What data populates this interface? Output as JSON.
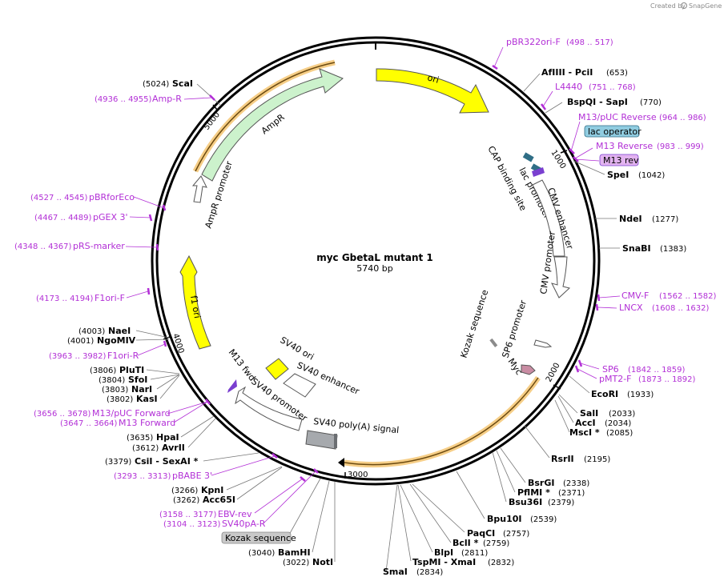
{
  "credit": {
    "prefix": "Created by",
    "brand": "SnapGene"
  },
  "plasmid": {
    "name": "myc GbetaL mutant 1",
    "length_label": "5740 bp",
    "length": 5740
  },
  "ticks": [
    "1000",
    "2000",
    "3000",
    "4000",
    "5000"
  ],
  "colors": {
    "backbone": "#000000",
    "primer": "#b22fd6",
    "ori": "#ffff00",
    "ampr": "#ccf2cc",
    "promoter": "#ffffff",
    "enhancer": "#ffffff",
    "polyA": "#a6a9ad",
    "orf_highlight": "#f5c97a",
    "lac_operator": "#90cce0",
    "m13rev_box": "#e2b3f0",
    "kozak_box": "#c9c9c9"
  },
  "enzymes_right": [
    {
      "name": "AfIIII - PciI",
      "pos": "(653)"
    },
    {
      "name": "BspQI - SapI",
      "pos": "(770)"
    },
    {
      "name": "SpeI",
      "pos": "(1042)"
    },
    {
      "name": "NdeI",
      "pos": "(1277)"
    },
    {
      "name": "SnaBI",
      "pos": "(1383)"
    },
    {
      "name": "EcoRI",
      "pos": "(1933)"
    },
    {
      "name": "SalI",
      "pos": "(2033)"
    },
    {
      "name": "AccI",
      "pos": "(2034)"
    },
    {
      "name": "MscI *",
      "pos": "(2085)"
    },
    {
      "name": "RsrII",
      "pos": "(2195)"
    },
    {
      "name": "BsrGI",
      "pos": "(2338)"
    },
    {
      "name": "PflMI *",
      "pos": "(2371)"
    },
    {
      "name": "Bsu36I",
      "pos": "(2379)"
    },
    {
      "name": "Bpu10I",
      "pos": "(2539)"
    },
    {
      "name": "PaqCI",
      "pos": "(2757)"
    },
    {
      "name": "BclI *",
      "pos": "(2759)"
    },
    {
      "name": "BlpI",
      "pos": "(2811)"
    },
    {
      "name": "TspMI - XmaI",
      "pos": "(2832)"
    },
    {
      "name": "SmaI",
      "pos": "(2834)"
    }
  ],
  "enzymes_left": [
    {
      "name": "ScaI",
      "pos": "(5024)"
    },
    {
      "name": "NaeI",
      "pos": "(4003)"
    },
    {
      "name": "NgoMIV",
      "pos": "(4001)"
    },
    {
      "name": "PluTI",
      "pos": "(3806)"
    },
    {
      "name": "SfoI",
      "pos": "(3804)"
    },
    {
      "name": "NarI",
      "pos": "(3803)"
    },
    {
      "name": "KasI",
      "pos": "(3802)"
    },
    {
      "name": "HpaI",
      "pos": "(3635)"
    },
    {
      "name": "AvrII",
      "pos": "(3612)"
    },
    {
      "name": "CsiI - SexAI *",
      "pos": "(3379)"
    },
    {
      "name": "KpnI",
      "pos": "(3266)"
    },
    {
      "name": "Acc65I",
      "pos": "(3262)"
    },
    {
      "name": "BamHI",
      "pos": "(3040)"
    },
    {
      "name": "NotI",
      "pos": "(3022)"
    }
  ],
  "primers_right": [
    {
      "name": "pBR322ori-F",
      "pos": "(498 .. 517)"
    },
    {
      "name": "L4440",
      "pos": "(751 .. 768)"
    },
    {
      "name": "M13/pUC Reverse",
      "pos": "(964 .. 986)"
    },
    {
      "name": "M13 Reverse",
      "pos": "(983 .. 999)"
    },
    {
      "name": "CMV-F",
      "pos": "(1562 .. 1582)"
    },
    {
      "name": "LNCX",
      "pos": "(1608 .. 1632)"
    },
    {
      "name": "SP6",
      "pos": "(1842 .. 1859)"
    },
    {
      "name": "pMT2-F",
      "pos": "(1873 .. 1892)"
    }
  ],
  "primers_left": [
    {
      "name": "Amp-R",
      "pos": "(4936 .. 4955)"
    },
    {
      "name": "pBRforEco",
      "pos": "(4527 .. 4545)"
    },
    {
      "name": "pGEX 3'",
      "pos": "(4467 .. 4489)"
    },
    {
      "name": "pRS-marker",
      "pos": "(4348 .. 4367)"
    },
    {
      "name": "F1ori-F",
      "pos": "(4173 .. 4194)"
    },
    {
      "name": "F1ori-R",
      "pos": "(3963 .. 3982)"
    },
    {
      "name": "M13/pUC Forward",
      "pos": "(3656 .. 3678)"
    },
    {
      "name": "M13 Forward",
      "pos": "(3647 .. 3664)"
    },
    {
      "name": "pBABE 3'",
      "pos": "(3293 .. 3313)"
    },
    {
      "name": "EBV-rev",
      "pos": "(3158 .. 3177)"
    },
    {
      "name": "SV40pA-R",
      "pos": "(3104 .. 3123)"
    }
  ],
  "boxed_labels": {
    "lac_operator": "lac operator",
    "m13_rev": "M13 rev",
    "kozak": "Kozak sequence"
  },
  "features": {
    "ori": "ori",
    "ampr": "AmpR",
    "ampr_promoter": "AmpR promoter",
    "f1_ori": "f1 ori",
    "cap_site": "CAP binding site",
    "lac_promoter": "lac promoter",
    "cmv_enhancer": "CMV enhancer",
    "cmv_promoter": "CMV promoter",
    "kozak_inner": "Kozak sequence",
    "sp6_promoter": "SP6 promoter",
    "myc": "Myc",
    "sv40_ori": "SV40 ori",
    "sv40_enhancer": "SV40 enhancer",
    "m13_fwd": "M13 fwd",
    "sv40_promoter": "SV40 promoter",
    "sv40_polyA": "SV40 poly(A) signal"
  }
}
